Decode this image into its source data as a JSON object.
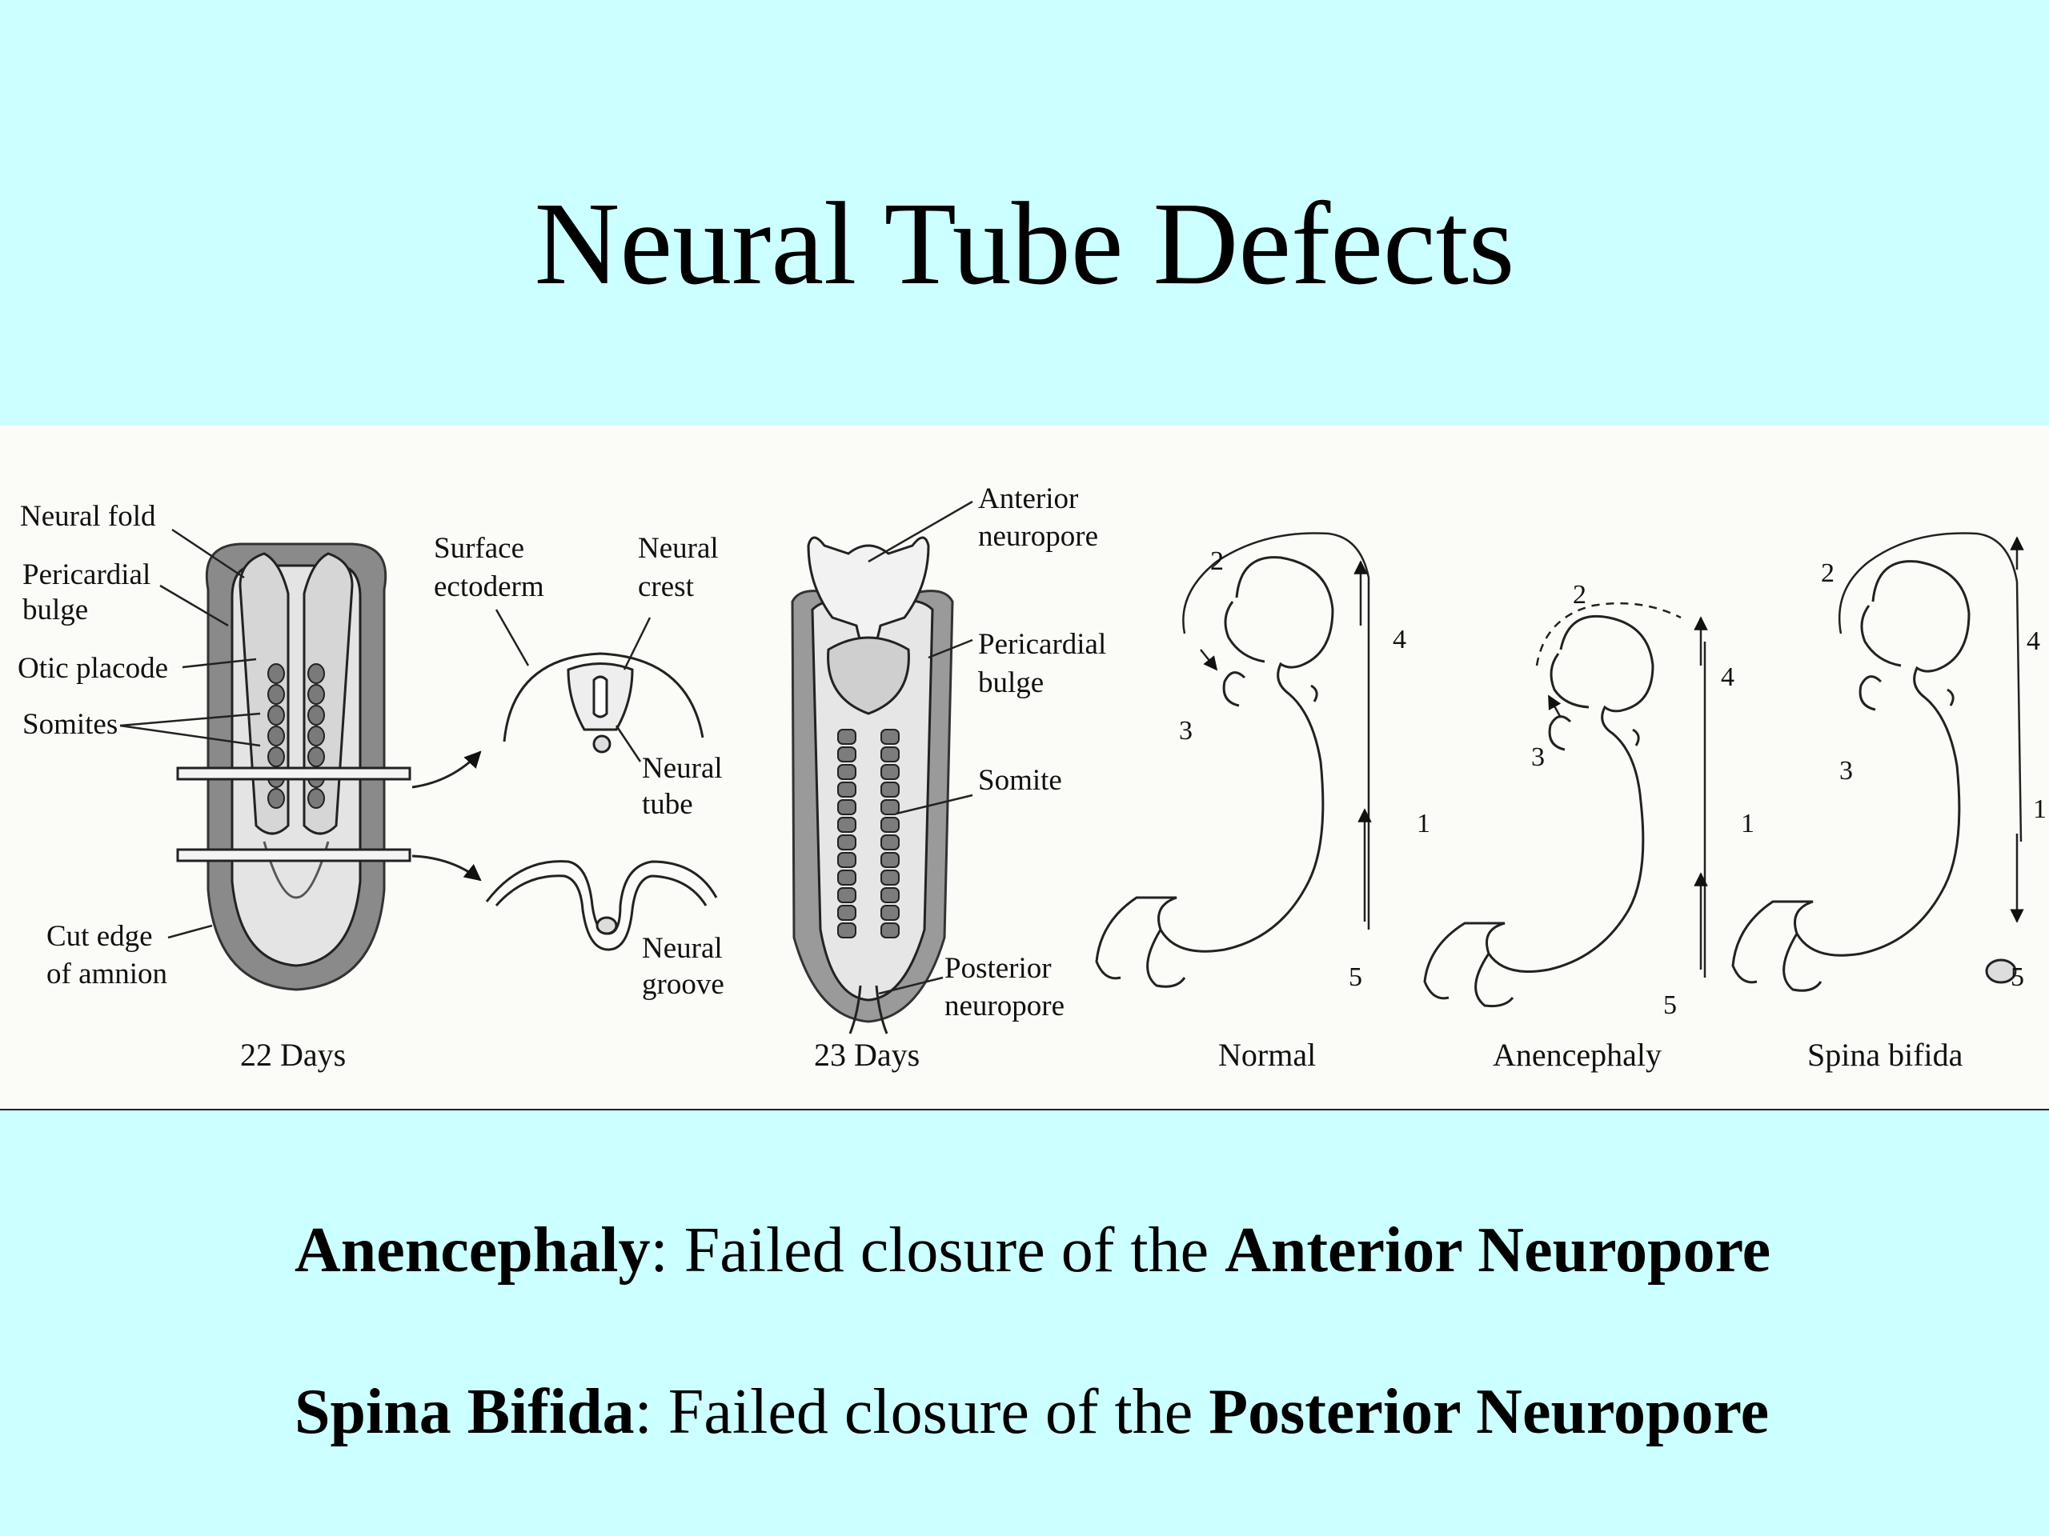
{
  "title": "Neural Tube Defects",
  "figure": {
    "labels": {
      "neural_fold": "Neural fold",
      "pericardial_bulge_1": "Pericardial",
      "pericardial_bulge_2": "bulge",
      "otic_placode": "Otic placode",
      "somites": "Somites",
      "cut_edge_1": "Cut edge",
      "cut_edge_2": "of amnion",
      "surface_ectoderm_1": "Surface",
      "surface_ectoderm_2": "ectoderm",
      "neural_crest_1": "Neural",
      "neural_crest_2": "crest",
      "neural_tube_1": "Neural",
      "neural_tube_2": "tube",
      "neural_groove_1": "Neural",
      "neural_groove_2": "groove",
      "anterior_neuropore_1": "Anterior",
      "anterior_neuropore_2": "neuropore",
      "pericardial_bulge_b_1": "Pericardial",
      "pericardial_bulge_b_2": "bulge",
      "somite": "Somite",
      "posterior_neuropore_1": "Posterior",
      "posterior_neuropore_2": "neuropore"
    },
    "captions": {
      "days_22": "22 Days",
      "days_23": "23 Days",
      "normal": "Normal",
      "anencephaly": "Anencephaly",
      "spina_bifida": "Spina bifida"
    },
    "closure_numbers": [
      "1",
      "2",
      "3",
      "4",
      "5"
    ]
  },
  "statements": [
    {
      "term": "Anencephaly",
      "middle": ": Failed closure of the ",
      "site": "Anterior Neuropore"
    },
    {
      "term": "Spina Bifida",
      "middle": ": Failed closure of the ",
      "site": "Posterior Neuropore"
    }
  ]
}
